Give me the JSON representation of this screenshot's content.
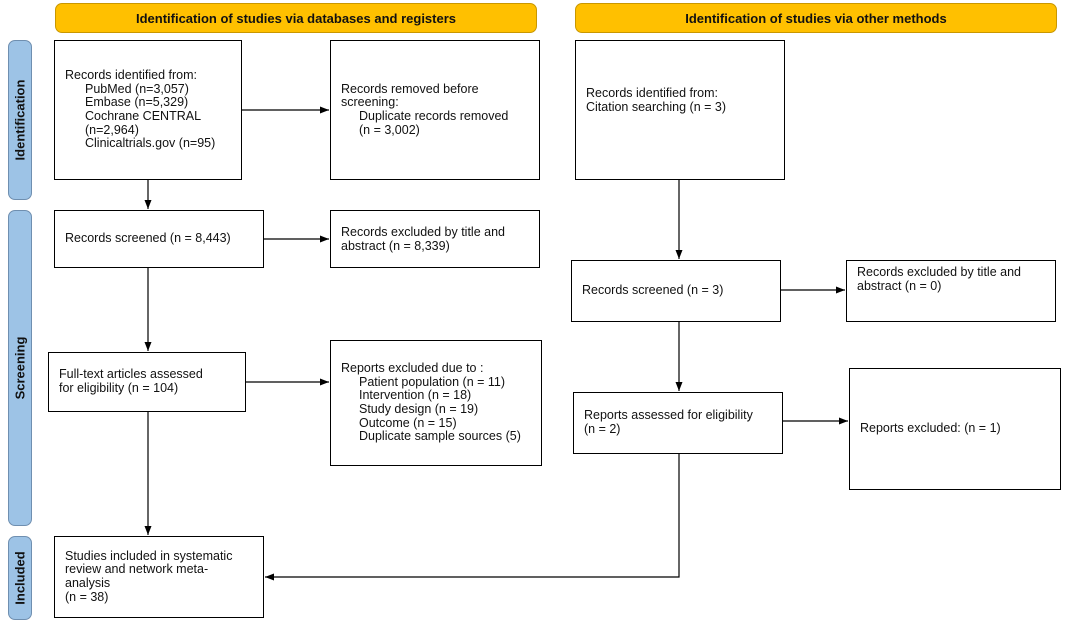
{
  "headers": {
    "left": "Identification of studies via databases and registers",
    "right": "Identification of studies via other methods"
  },
  "phases": {
    "identification": "Identification",
    "screening": "Screening",
    "included": "Included"
  },
  "left": {
    "records_identified": {
      "title": "Records identified from:",
      "items": [
        "PubMed (n=3,057)",
        "Embase (n=5,329)",
        "Cochrane CENTRAL",
        "(n=2,964)",
        "Clinicaltrials.gov (n=95)"
      ]
    },
    "records_removed": {
      "line1": "Records removed before",
      "line2": "screening:",
      "line3": "Duplicate records removed",
      "line4": "(n = 3,002)"
    },
    "records_screened": "Records screened (n = 8,443)",
    "excluded_title_abstract": {
      "line1": "Records excluded by title and",
      "line2": "abstract (n = 8,339)"
    },
    "fulltext": {
      "line1": "Full-text articles assessed",
      "line2": "for eligibility (n = 104)"
    },
    "reports_excluded": {
      "title": "Reports excluded due to :",
      "items": [
        "Patient population (n = 11)",
        "Intervention (n = 18)",
        "Study design (n = 19)",
        "Outcome (n = 15)",
        "Duplicate sample sources (5)"
      ]
    },
    "included": {
      "line1": "Studies included in systematic",
      "line2": "review and network meta-",
      "line3": "analysis",
      "line4": "(n = 38)"
    }
  },
  "right": {
    "records_identified": {
      "line1": "Records identified from:",
      "line2": "Citation searching (n = 3)"
    },
    "records_screened": "Records screened (n = 3)",
    "excluded_title_abstract": {
      "line1": "Records excluded by title and",
      "line2": "abstract (n = 0)"
    },
    "reports_assessed": {
      "line1": "Reports assessed for eligibility",
      "line2": "(n = 2)"
    },
    "reports_excluded": "Reports excluded: (n = 1)"
  },
  "colors": {
    "header": "#FFC000",
    "phase": "#9DC3E6"
  }
}
